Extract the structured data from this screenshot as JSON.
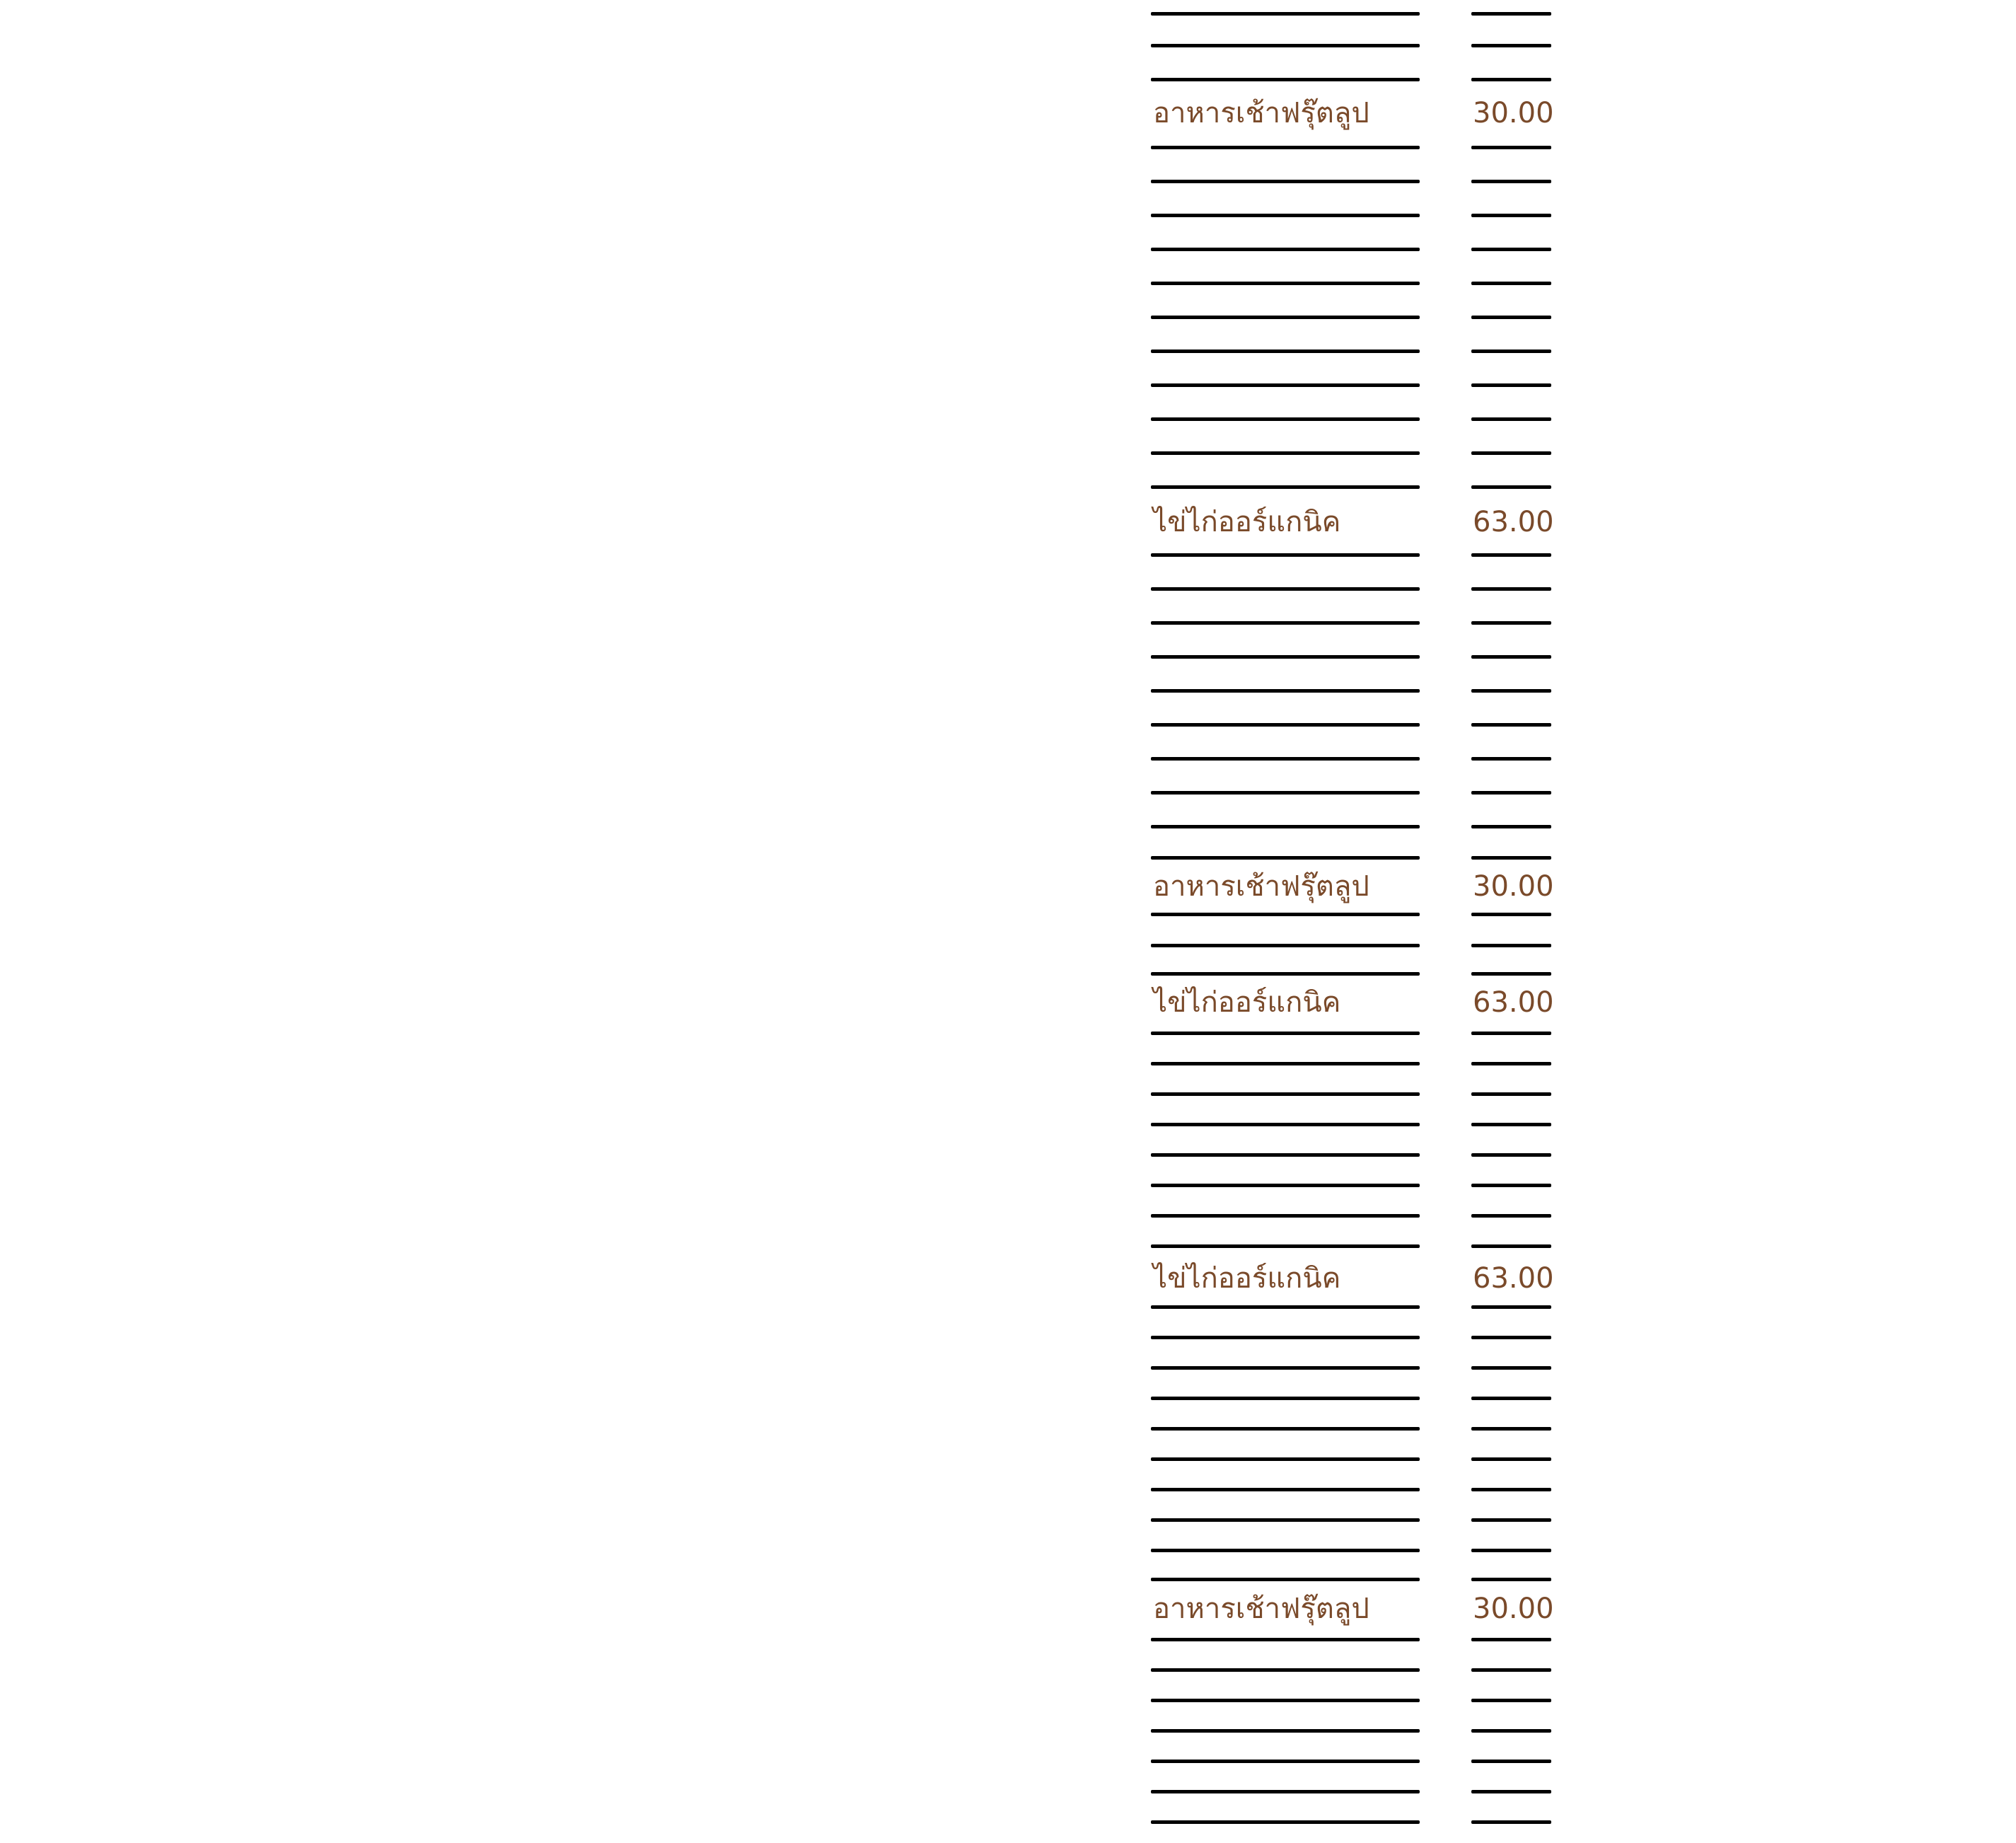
{
  "colors": {
    "text": "#7a4a2a",
    "rule": "#000000",
    "background": "#ffffff"
  },
  "entries": [
    {
      "name": "อาหารเช้าฟรุ๊ตลูป",
      "price": "30.00"
    },
    {
      "name": "ไข่ไก่ออร์แกนิค",
      "price": "63.00"
    },
    {
      "name": "อาหารเช้าฟรุ๊ตลูป",
      "price": "30.00"
    },
    {
      "name": "ไข่ไก่ออร์แกนิค",
      "price": "63.00"
    },
    {
      "name": "ไข่ไก่ออร์แกนิค",
      "price": "63.00"
    },
    {
      "name": "อาหารเช้าฟรุ๊ตลูป",
      "price": "30.00"
    }
  ]
}
